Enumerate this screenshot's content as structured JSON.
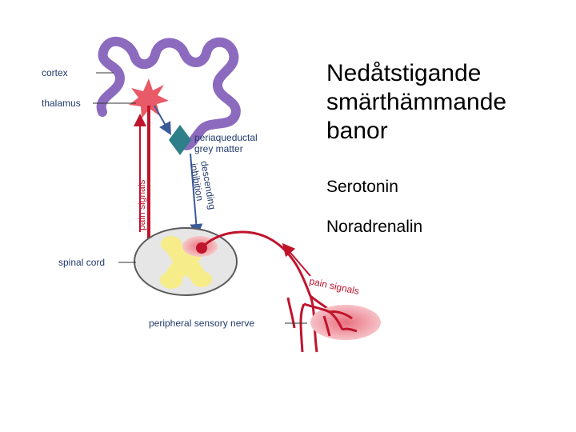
{
  "slide": {
    "title_lines": [
      "Nedåtstigande",
      "smärthämmande",
      "banor"
    ],
    "bullets": [
      "Serotonin",
      "Noradrenalin"
    ]
  },
  "diagram": {
    "labels": {
      "cortex": "cortex",
      "thalamus": "thalamus",
      "pag_line1": "periaqueductal",
      "pag_line2": "grey matter",
      "descending_line1": "descending",
      "descending_line2": "inhibition",
      "pain_signals_vertical": "pain signals",
      "spinal_cord": "spinal cord",
      "pain_signals_peripheral": "pain signals",
      "peripheral_nerve": "peripheral sensory nerve"
    },
    "colors": {
      "cortex": "#8c6bbf",
      "thalamus": "#e85a67",
      "pag": "#2e7f88",
      "nerve": "#c0142c",
      "descending_arrow": "#3a5a9a",
      "label_text": "#223a6b",
      "spinal_cord_fill": "#e6e6e6",
      "grey_matter": "#f7ec8a",
      "dorsal_horn": "#f0a9a9",
      "skin_patch": "#f0a0a8"
    }
  }
}
